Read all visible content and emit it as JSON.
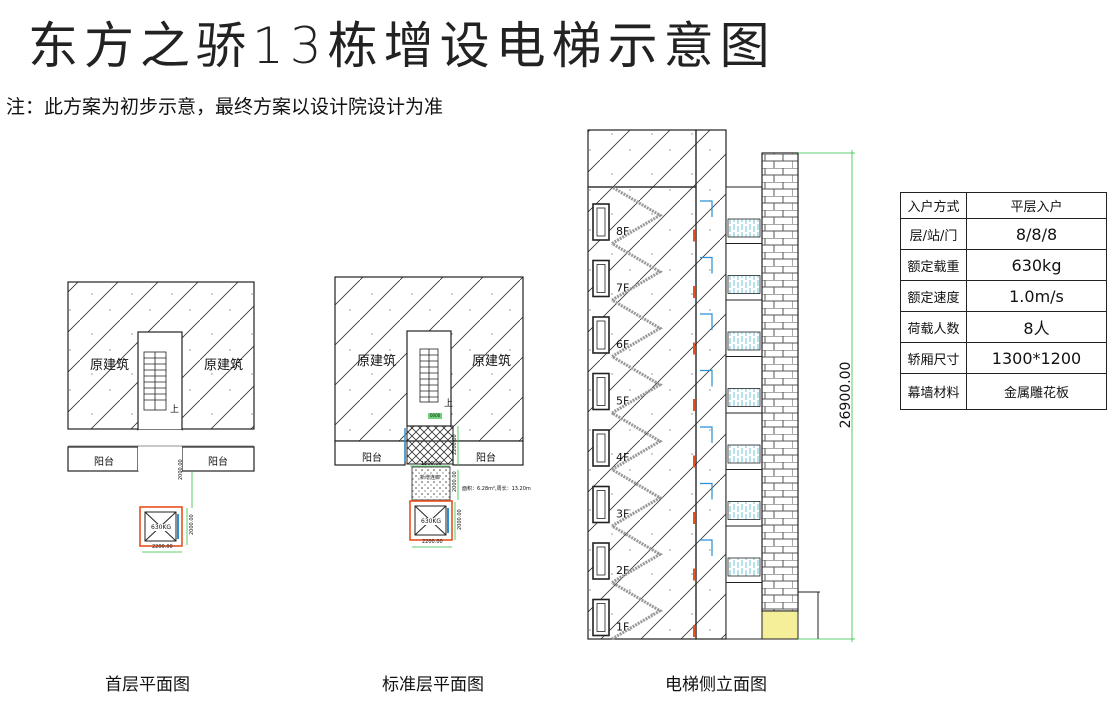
{
  "header": {
    "title": "东方之骄13栋增设电梯示意图",
    "note": "注：此方案为初步示意，最终方案以设计院设计为准"
  },
  "plans": {
    "ground": {
      "caption": "首层平面图",
      "left_label": "原建筑",
      "right_label": "原建筑",
      "balcony_left": "阳台",
      "balcony_right": "阳台",
      "stair_up": "上",
      "lift_capacity": "630KG",
      "dim_width": "2200.00",
      "dim_gap": "2000.00",
      "dim_depth": "2000.00"
    },
    "standard": {
      "caption": "标准层平面图",
      "left_label": "原建筑",
      "right_label": "原建筑",
      "balcony_left": "阳台",
      "balcony_right": "阳台",
      "stair_up": "上",
      "lift_capacity": "630KG",
      "walkway_label": "新增连廊",
      "area_note": "面积：6.28m²,周长：13.20m",
      "dim_top": "1500.00",
      "dim_width": "2200.00",
      "dim_side": "2200.00",
      "dim_gap": "2000.00",
      "dim_depth": "2000.00",
      "small_tag": "0000"
    }
  },
  "elevation": {
    "caption": "电梯侧立面图",
    "height_dim": "26900.00",
    "floors": [
      "8F",
      "7F",
      "6F",
      "5F",
      "4F",
      "3F",
      "2F",
      "1F"
    ]
  },
  "spec_table": {
    "rows": [
      {
        "key": "入户方式",
        "value": "平层入户"
      },
      {
        "key": "层/站/门",
        "value": "8/8/8"
      },
      {
        "key": "额定载重",
        "value": "630kg"
      },
      {
        "key": "额定速度",
        "value": "1.0m/s"
      },
      {
        "key": "荷载人数",
        "value": "8人"
      },
      {
        "key": "轿厢尺寸",
        "value": "1300*1200"
      },
      {
        "key": "幕墙材料",
        "value": "金属雕花板"
      }
    ]
  },
  "colors": {
    "line": "#222222",
    "dimension": "#2fbf3f",
    "lift_frame": "#e8501e",
    "door": "#2a8fd6",
    "brick": "#555555",
    "base_fill": "#f5ef9a",
    "glass": "#7fd0e0"
  }
}
